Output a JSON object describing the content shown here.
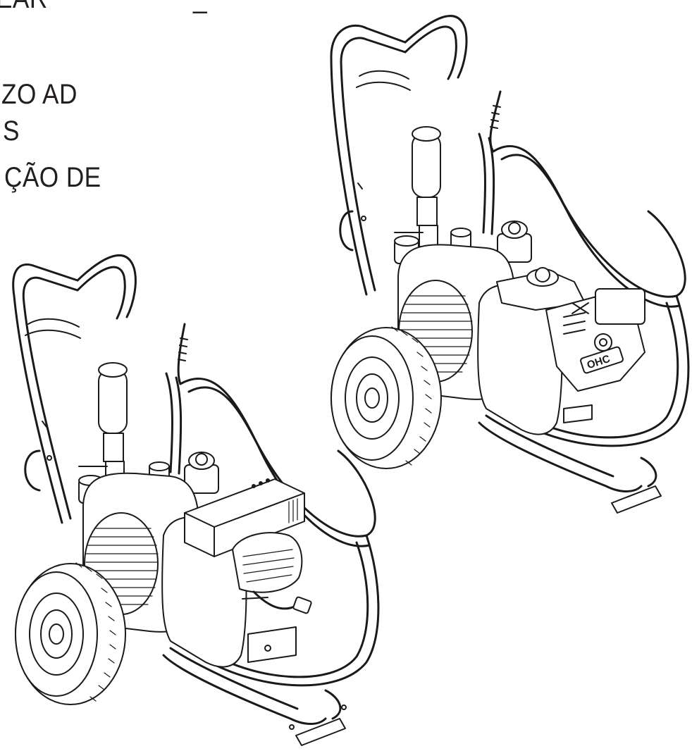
{
  "headings": {
    "line_1": "EAR",
    "line_1_right": "_",
    "line_2": "ZO AD",
    "line_3": "S",
    "line_4": "ÇÃO DE"
  },
  "engine_label": "OHC",
  "colors": {
    "ink": "#1a1a1a",
    "text": "#231f20",
    "paper": "#ffffff"
  },
  "illustrations": [
    {
      "name": "electric-airless-sprayer",
      "icon": "electric-motor-sprayer-icon"
    },
    {
      "name": "gas-airless-sprayer",
      "icon": "gas-engine-sprayer-icon"
    }
  ]
}
